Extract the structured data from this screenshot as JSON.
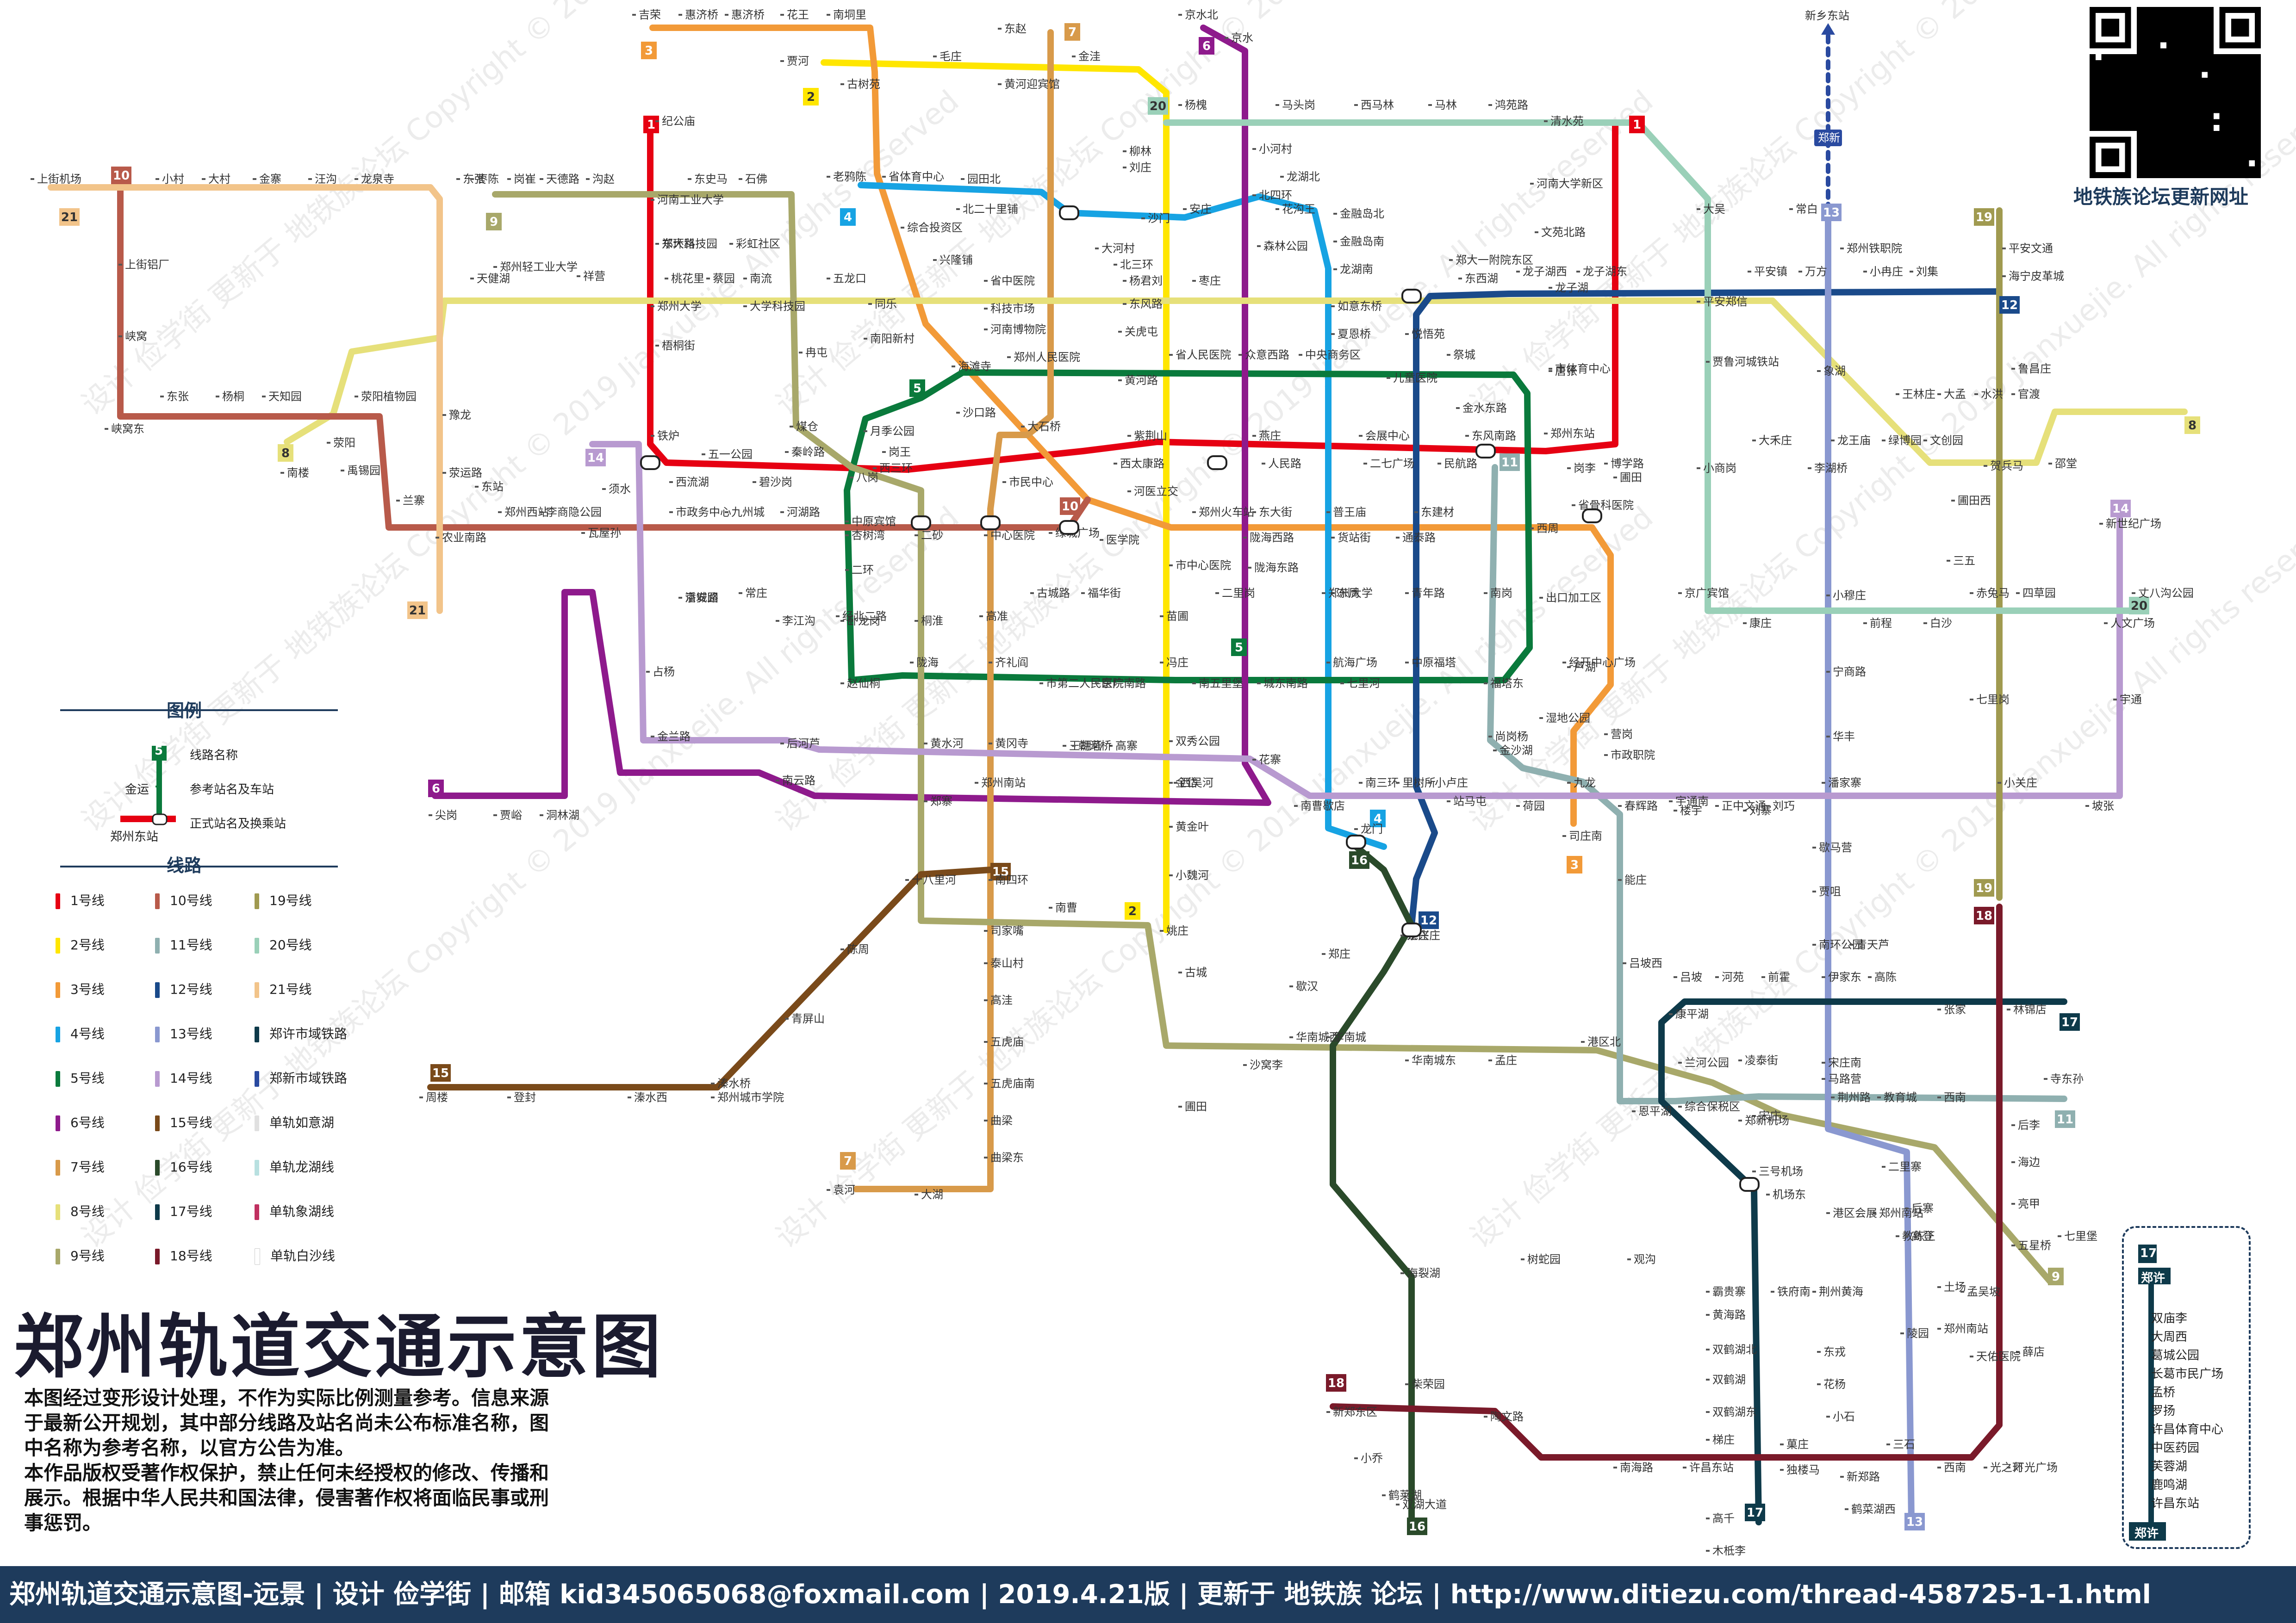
{
  "map": {
    "title": "郑州轨道交通示意图",
    "notice_lines": [
      "本图经过变形设计处理，不作为实际比例测量参考。信息来源",
      "于最新公开规划，其中部分线路及站名尚未公布标准名称，图",
      "中名称为参考名称，以官方公告为准。",
      "本作品版权受著作权保护，禁止任何未经授权的修改、传播和",
      "展示。根据中华人民共和国法律，侵害著作权将面临民事或刑",
      "事惩罚。"
    ],
    "footer": "郑州轨道交通示意图-远景 | 设计 俭学街 | 邮箱 kid345065068@foxmail.com | 2019.4.21版 | 更新于 地铁族 论坛 | http://www.ditiezu.com/thread-458725-1-1.html",
    "qr_caption": "地铁族论坛更新网址",
    "watermark": "设计 俭学街 更新于 地铁族论坛 Copyright © 2019 Jianxuejie. All rights reserved"
  },
  "legend": {
    "title": "图例",
    "sample_line_tag": "5",
    "sample_station": "金运",
    "sample_interchange": "郑州东站",
    "sample_desc": [
      "线路名称",
      "参考站名及车站",
      "正式站名及换乘站"
    ],
    "lines_title": "线路",
    "lines": [
      {
        "label": "1号线",
        "color": "#e60012"
      },
      {
        "label": "2号线",
        "color": "#ffe600"
      },
      {
        "label": "3号线",
        "color": "#f29a38"
      },
      {
        "label": "4号线",
        "color": "#17a3e3"
      },
      {
        "label": "5号线",
        "color": "#0a7a3c"
      },
      {
        "label": "6号线",
        "color": "#8e1a8c"
      },
      {
        "label": "7号线",
        "color": "#d89a4a"
      },
      {
        "label": "8号线",
        "color": "#e6e07a"
      },
      {
        "label": "9号线",
        "color": "#a8a86a"
      },
      {
        "label": "10号线",
        "color": "#b85a4a"
      },
      {
        "label": "11号线",
        "color": "#8fb0b0"
      },
      {
        "label": "12号线",
        "color": "#1a4a8a"
      },
      {
        "label": "13号线",
        "color": "#8a98d0"
      },
      {
        "label": "14号线",
        "color": "#b89ad0"
      },
      {
        "label": "15号线",
        "color": "#7a4a1a"
      },
      {
        "label": "16号线",
        "color": "#2a4a2a"
      },
      {
        "label": "17号线",
        "color": "#0e3a4a"
      },
      {
        "label": "18号线",
        "color": "#7a1a2a"
      },
      {
        "label": "19号线",
        "color": "#a09a50"
      },
      {
        "label": "20号线",
        "color": "#9ad0b8"
      },
      {
        "label": "21号线",
        "color": "#f2c48a"
      },
      {
        "label": "郑许市域铁路",
        "color": "#0e3a4a"
      },
      {
        "label": "郑新市域铁路",
        "color": "#2a4aa0"
      },
      {
        "label": "单轨如意湖",
        "color": "#e0e0e0"
      },
      {
        "label": "单轨龙湖线",
        "color": "#b8e0e0"
      },
      {
        "label": "单轨象湖线",
        "color": "#c03060"
      },
      {
        "label": "单轨白沙线",
        "color": "#ffffff"
      }
    ]
  },
  "zhengxu": {
    "tag": "17",
    "top": "郑许",
    "bottom": "郑许",
    "stations": [
      "双庙李",
      "大周西",
      "葛城公园",
      "长葛市民广场",
      "孟桥",
      "罗扬",
      "许昌体育中心",
      "中医药园",
      "芙蓉湖",
      "鹿鸣湖",
      "许昌东站"
    ]
  },
  "north_ext": {
    "station": "新乡东站",
    "tag": "郑新"
  },
  "line_tags": [
    {
      "text": "1",
      "color": "#e60012"
    },
    {
      "text": "1",
      "color": "#e60012"
    },
    {
      "text": "2",
      "color": "#ffe600"
    },
    {
      "text": "2",
      "color": "#ffe600"
    },
    {
      "text": "3",
      "color": "#f29a38"
    },
    {
      "text": "3",
      "color": "#f29a38"
    },
    {
      "text": "4",
      "color": "#17a3e3"
    },
    {
      "text": "4",
      "color": "#17a3e3"
    },
    {
      "text": "5",
      "color": "#0a7a3c"
    },
    {
      "text": "5",
      "color": "#0a7a3c"
    },
    {
      "text": "6",
      "color": "#8e1a8c"
    },
    {
      "text": "6",
      "color": "#8e1a8c"
    },
    {
      "text": "7",
      "color": "#d89a4a"
    },
    {
      "text": "7",
      "color": "#d89a4a"
    },
    {
      "text": "8",
      "color": "#e6e07a"
    },
    {
      "text": "8",
      "color": "#e6e07a"
    },
    {
      "text": "9",
      "color": "#a8a86a"
    },
    {
      "text": "9",
      "color": "#a8a86a"
    },
    {
      "text": "10",
      "color": "#b85a4a"
    },
    {
      "text": "10",
      "color": "#b85a4a"
    },
    {
      "text": "11",
      "color": "#8fb0b0"
    },
    {
      "text": "11",
      "color": "#8fb0b0"
    },
    {
      "text": "12",
      "color": "#1a4a8a"
    },
    {
      "text": "12",
      "color": "#1a4a8a"
    },
    {
      "text": "13",
      "color": "#8a98d0"
    },
    {
      "text": "13",
      "color": "#8a98d0"
    },
    {
      "text": "14",
      "color": "#b89ad0"
    },
    {
      "text": "14",
      "color": "#b89ad0"
    },
    {
      "text": "15",
      "color": "#7a4a1a"
    },
    {
      "text": "15",
      "color": "#7a4a1a"
    },
    {
      "text": "16",
      "color": "#2a4a2a"
    },
    {
      "text": "16",
      "color": "#2a4a2a"
    },
    {
      "text": "17",
      "color": "#0e3a4a"
    },
    {
      "text": "17",
      "color": "#0e3a4a"
    },
    {
      "text": "18",
      "color": "#7a1a2a"
    },
    {
      "text": "18",
      "color": "#7a1a2a"
    },
    {
      "text": "19",
      "color": "#a09a50"
    },
    {
      "text": "19",
      "color": "#a09a50"
    },
    {
      "text": "20",
      "color": "#9ad0b8"
    },
    {
      "text": "20",
      "color": "#9ad0b8"
    },
    {
      "text": "21",
      "color": "#f2c48a"
    },
    {
      "text": "21",
      "color": "#f2c48a"
    }
  ],
  "stations": [
    "吉荣",
    "惠济桥",
    "惠济桥",
    "花王",
    "南垌里",
    "贾河",
    "古树苑",
    "毛庄",
    "黄河迎宾馆",
    "金洼",
    "东赵",
    "京水北",
    "京水",
    "纪公庙",
    "杨槐",
    "马头岗",
    "西马林",
    "马林",
    "鸿苑路",
    "清水苑",
    "上街机场",
    "小村",
    "大村",
    "金寨",
    "汪沟",
    "龙泉寺",
    "东张",
    "枣陈",
    "岗崔",
    "天德路",
    "沟赵",
    "河南工业大学",
    "东史马",
    "石佛",
    "老鸦陈",
    "省体育中心",
    "园田北",
    "北二十里铺",
    "综合投资区",
    "兴隆铺",
    "大河村",
    "小河村",
    "北四环",
    "柳林",
    "刘庄",
    "沙门",
    "安庄",
    "北三环",
    "龙湖北",
    "花沟王",
    "金融岛北",
    "金融岛南",
    "森林公园",
    "龙湖南",
    "郑大一附院东区",
    "河南大学新区",
    "文苑北路",
    "大吴",
    "常白",
    "郑州铁职院",
    "平安文通",
    "海宁皮革城",
    "上街铝厂",
    "峡窝",
    "东环路",
    "郑大科技园",
    "彩虹社区",
    "五龙口",
    "同乐",
    "省中医院",
    "科技市场",
    "东风路",
    "杨君刘",
    "枣庄",
    "东西湖",
    "龙子湖西",
    "龙子湖东",
    "平安郑信",
    "平安镇",
    "万方",
    "小冉庄",
    "刘集",
    "鲁昌庄",
    "天健湖",
    "郑州轻工业大学",
    "祥营",
    "桃花里",
    "蔡园",
    "南流",
    "大学科技园",
    "郑州大学",
    "梧桐街",
    "南阳新村",
    "河南博物院",
    "关虎屯",
    "如意东桥",
    "夏恩桥",
    "龙子湖",
    "悦悟苑",
    "唐张",
    "市体育中心",
    "贾鲁河城铁站",
    "象湖",
    "王林庄",
    "大孟",
    "水洪",
    "官渡",
    "峡窝东",
    "东张",
    "杨桐",
    "天知园",
    "荥阳",
    "荥阳植物园",
    "豫龙",
    "荥运路",
    "兰寨",
    "冉屯",
    "海滩寺",
    "郑州人民医院",
    "黄河路",
    "省人民医院",
    "众意西路",
    "中央商务区",
    "儿童医院",
    "祭城",
    "金水东路",
    "郑州东站",
    "大禾庄",
    "龙王庙",
    "绿博园",
    "文创园",
    "贺兵马",
    "邵堂",
    "南楼",
    "禹锡园",
    "铁炉",
    "煤仓",
    "秦岭路",
    "月季公园",
    "沙口路",
    "大石桥",
    "紫荆山",
    "燕庄",
    "会展中心",
    "东风南路",
    "博学路",
    "圃田",
    "小商岗",
    "李湖桥",
    "岗李",
    "八岗",
    "岗王",
    "五一公园",
    "碧沙岗",
    "西流湖",
    "西三环",
    "市民中心",
    "河医立交",
    "西太康路",
    "人民路",
    "二七广场",
    "民航路",
    "农业南路",
    "东站",
    "郑州西站",
    "李商隐公园",
    "瓦屋孙",
    "须水",
    "市政务中心",
    "九州城",
    "河湖路",
    "杏树湾",
    "二砂",
    "中心医院",
    "绿城广场",
    "医学院",
    "郑州火车站",
    "东大街",
    "普王庙",
    "东建材",
    "西周",
    "省骨科医院",
    "圃田西",
    "三五",
    "新世纪广场",
    "中原宾馆",
    "二环",
    "市中心医院",
    "陇海西路",
    "陇海东路",
    "货站街",
    "通泰路",
    "东周",
    "京广宾馆",
    "康庄",
    "小穆庄",
    "前程",
    "白沙",
    "赤兔马",
    "四草园",
    "人文广场",
    "丈八沟公园",
    "潘安园",
    "京城路",
    "常庄",
    "李江沟",
    "卧龙岗",
    "桐淮",
    "高准",
    "古城路",
    "福华街",
    "苗圃",
    "二里岗",
    "郑州大学",
    "青年路",
    "南岗",
    "出口加工区",
    "经北二路",
    "陇海",
    "齐礼阎",
    "市第二人民医院",
    "京广南路",
    "冯庄",
    "南五里堡",
    "城东南路",
    "航海广场",
    "七里河",
    "中原福塔",
    "福塔东",
    "经开中心广场",
    "宁商路",
    "华丰",
    "宇通",
    "七里岗",
    "占杨",
    "金兰路",
    "赵仙桐",
    "后河芦",
    "黄水河",
    "黄冈寺",
    "王胡砦",
    "高寨",
    "双秀公园",
    "花寨",
    "西吴河",
    "南三环",
    "里树所",
    "尚岗杨",
    "金沙湖",
    "芦湖",
    "营岗",
    "楼宇",
    "刘寨",
    "朝河桥",
    "市政职院",
    "湿地公园",
    "洞林湖",
    "贾峪",
    "尖岗",
    "南云路",
    "郑寨",
    "郑州南站",
    "站马屯",
    "金岱",
    "黄金叶",
    "南曹歇店",
    "小卢庄",
    "荷园",
    "司庄南",
    "能庄",
    "九龙",
    "春辉路",
    "宇通南",
    "正中文通",
    "刘巧",
    "潘家寨",
    "小关庄",
    "坡张",
    "歇马营",
    "贾咀",
    "南环公园",
    "青天芦",
    "十八里河",
    "南四环",
    "南曹",
    "姚庄",
    "小魏河",
    "龙兴庄",
    "龙门",
    "郑庄",
    "歇汉",
    "蔡庄",
    "吕坡西",
    "吕坡",
    "河苑",
    "前霍",
    "伊家东",
    "高陈",
    "张家",
    "林锦店",
    "华南城西",
    "华南城",
    "华南城东",
    "孟庄",
    "港区北",
    "康平湖",
    "兰河公园",
    "凌泰街",
    "宋庄",
    "宋庄南",
    "马路营",
    "荆州路",
    "教育城",
    "西南",
    "寺东孙",
    "恩平湖",
    "综合保税区",
    "郑新机场",
    "三号机场",
    "机场东",
    "港区会展",
    "郑州南站",
    "教练王",
    "二里寨",
    "后寨",
    "高登",
    "后李",
    "海边",
    "亮甲",
    "五星桥",
    "七里堡",
    "土场",
    "陵园",
    "孟吴坡",
    "郑州南站",
    "薛店",
    "天佑医院",
    "观沟",
    "树蛇园",
    "海裂湖",
    "霸贵寨",
    "黄海路",
    "双鹤湖北",
    "双鹤湖",
    "双鹤湖东",
    "梯庄",
    "铁府南",
    "荆州黄海",
    "东戎",
    "花杨",
    "小石",
    "三石",
    "西南",
    "光之环",
    "灯光广场",
    "菓庄",
    "独楼马",
    "新郑路",
    "鹤菜湖西",
    "鹤莱湖",
    "南海路",
    "许昌东站",
    "高千",
    "木柢李",
    "新郑东区",
    "陶文路",
    "柴荣园",
    "小乔",
    "双湖大道",
    "沙窝李",
    "圃田",
    "古城",
    "司家嘴",
    "泰山村",
    "高洼",
    "五虎庙",
    "五虎庙南",
    "曲梁",
    "曲梁东",
    "袁河",
    "大湖",
    "陈周",
    "青屏山",
    "溱水桥",
    "溱水西",
    "郑州城市学院",
    "周楼",
    "登封"
  ]
}
